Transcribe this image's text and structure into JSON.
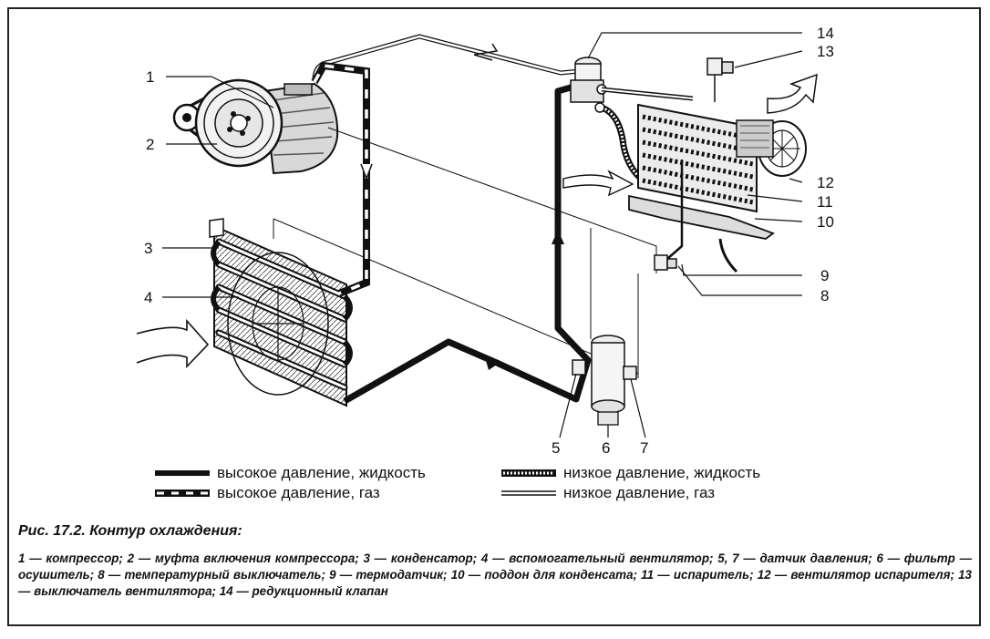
{
  "figure": {
    "callouts": {
      "c1": "1",
      "c2": "2",
      "c3": "3",
      "c4": "4",
      "c5": "5",
      "c6": "6",
      "c7": "7",
      "c8": "8",
      "c9": "9",
      "c10": "10",
      "c11": "11",
      "c12": "12",
      "c13": "13",
      "c14": "14"
    }
  },
  "legend": {
    "high_liquid": "высокое давление, жидкость",
    "high_gas": "высокое давление, газ",
    "low_liquid": "низкое давление, жидкость",
    "low_gas": "низкое давление, газ"
  },
  "caption": {
    "title": "Рис. 17.2. Контур охлаждения:",
    "body": "1 — компрессор; 2 — муфта включения компрессора; 3 — конденсатор; 4 — вспомогательный вентилятор; 5, 7 — датчик давления; 6 — фильтр — осушитель; 8 — температурный выключатель; 9 — термодатчик; 10 — поддон для конденсата; 11 — испаритель; 12 — вентилятор испарителя; 13 — выключатель вентилятора; 14 — редукционный клапан"
  },
  "colors": {
    "ink": "#111111",
    "paper": "#ffffff"
  }
}
